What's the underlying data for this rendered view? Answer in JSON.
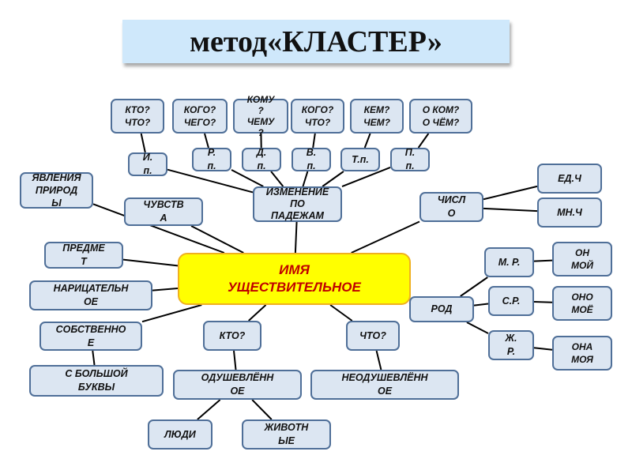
{
  "title": "метод«КЛАСТЕР»",
  "colors": {
    "node_fill": "#dce6f2",
    "node_border": "#4f6f98",
    "center_fill": "#ffff00",
    "center_border": "#f0b020",
    "center_text": "#c00000",
    "banner_fill": "#cfe8fb",
    "link": "#000000"
  },
  "nodes": {
    "center": "ИМЯ\nУЩЕСТВИТЕЛЬНОЕ",
    "izmenenie": "ИЗМЕНЕНИЕ\nПО\nПАДЕЖАМ",
    "q_im": "КТО?\nЧТО?",
    "q_rod": "КОГО?\nЧЕГО?",
    "q_dat": "КОМУ\n?\nЧЕМУ\n?",
    "q_vin": "КОГО?\nЧТО?",
    "q_tv": "КЕМ?\nЧЕМ?",
    "q_pr": "О КОМ?\nО ЧЁМ?",
    "case_im": "И.\nп.",
    "case_rod": "Р.\nп.",
    "case_dat": "Д.\nп.",
    "case_vin": "В.\nп.",
    "case_tv": "Т.п.",
    "case_pr": "П.\nп.",
    "yavleniya": "ЯВЛЕНИЯ\nПРИРОД\nЫ",
    "chuvstva": "ЧУВСТВ\nА",
    "predmet": "ПРЕДМЕ\nТ",
    "naritsatelnoe": "НАРИЦАТЕЛЬН\nОЕ",
    "sobstvennoe": "СОБСТВЕННО\nЕ",
    "s_bolshoy": "С БОЛЬШОЙ\nБУКВЫ",
    "kto": "КТО?",
    "chto": "ЧТО?",
    "odush": "ОДУШЕВЛЁНН\nОЕ",
    "neodush": "НЕОДУШЕВЛЁНН\nОЕ",
    "lyudi": "ЛЮДИ",
    "zhivotnye": "ЖИВОТН\nЫЕ",
    "chislo": "ЧИСЛ\nО",
    "ed_ch": "ЕД.Ч",
    "mn_ch": "МН.Ч",
    "rod": "РОД",
    "m_r": "М. Р.",
    "s_r": "С.Р.",
    "zh_r": "Ж.\nР.",
    "on_moy": "ОН\nМОЙ",
    "ono_moe": "ОНО\nМОЁ",
    "ona_moya": "ОНА\nМОЯ"
  },
  "links": [
    [
      "q_im",
      "case_im"
    ],
    [
      "q_rod",
      "case_rod"
    ],
    [
      "q_dat",
      "case_dat"
    ],
    [
      "q_vin",
      "case_vin"
    ],
    [
      "q_tv",
      "case_tv"
    ],
    [
      "q_pr",
      "case_pr"
    ],
    [
      "case_im",
      "izmenenie"
    ],
    [
      "case_rod",
      "izmenenie"
    ],
    [
      "case_dat",
      "izmenenie"
    ],
    [
      "case_vin",
      "izmenenie"
    ],
    [
      "case_tv",
      "izmenenie"
    ],
    [
      "case_pr",
      "izmenenie"
    ],
    [
      "izmenenie",
      "center"
    ],
    [
      "yavleniya",
      "center"
    ],
    [
      "chuvstva",
      "center"
    ],
    [
      "predmet",
      "center"
    ],
    [
      "naritsatelnoe",
      "center"
    ],
    [
      "sobstvennoe",
      "center"
    ],
    [
      "sobstvennoe",
      "s_bolshoy"
    ],
    [
      "center",
      "kto"
    ],
    [
      "center",
      "chto"
    ],
    [
      "kto",
      "odush"
    ],
    [
      "chto",
      "neodush"
    ],
    [
      "odush",
      "lyudi"
    ],
    [
      "odush",
      "zhivotnye"
    ],
    [
      "center",
      "chislo"
    ],
    [
      "chislo",
      "ed_ch"
    ],
    [
      "chislo",
      "mn_ch"
    ],
    [
      "center",
      "rod"
    ],
    [
      "rod",
      "m_r"
    ],
    [
      "rod",
      "s_r"
    ],
    [
      "rod",
      "zh_r"
    ],
    [
      "m_r",
      "on_moy"
    ],
    [
      "s_r",
      "ono_moe"
    ],
    [
      "zh_r",
      "ona_moya"
    ]
  ]
}
